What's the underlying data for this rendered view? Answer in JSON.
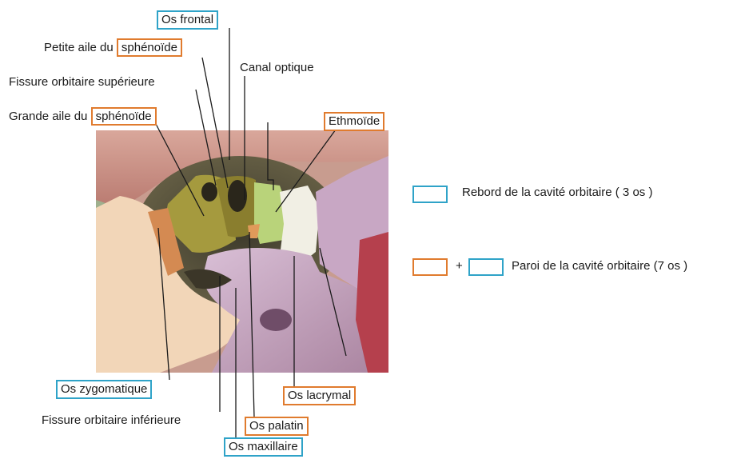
{
  "labels": {
    "os_frontal": "Os frontal",
    "petite_aile_prefix": "Petite aile du ",
    "petite_aile_boxed": "sphénoïde",
    "fissure_sup": "Fissure orbitaire supérieure",
    "canal_optique": "Canal optique",
    "grande_aile_prefix": "Grande aile du ",
    "grande_aile_boxed": "sphénoïde",
    "ethmoide": "Ethmoïde",
    "os_zygomatique": "Os zygomatique",
    "os_lacrymal": "Os lacrymal",
    "fissure_inf": "Fissure orbitaire inférieure",
    "os_palatin": "Os palatin",
    "os_maxillaire": "Os maxillaire"
  },
  "legend": {
    "rim_text": "Rebord de la cavité orbitaire ( 3 os )",
    "plus": "+",
    "wall_text": "Paroi de la cavité orbitaire (7 os )"
  },
  "colors": {
    "blue_frame": "#2fa3c8",
    "orange_frame": "#e07b2e"
  }
}
